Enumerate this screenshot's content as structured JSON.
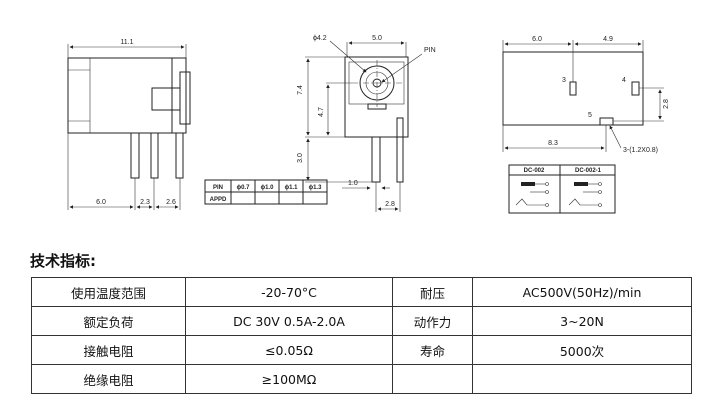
{
  "drawing": {
    "side_view": {
      "dim_top": "11.1",
      "dim_bottom": [
        "6.0",
        "2.3",
        "2.6"
      ]
    },
    "front_view": {
      "phi_label": "ϕ4.2",
      "dim_top": "5.0",
      "pin_label": "PIN",
      "dim_height": "7.4",
      "dim_center": "4.7",
      "dim_lower": "3.0",
      "dim_pin": "1.0",
      "dim_spacing": "2.8"
    },
    "pin_table": {
      "header": [
        "PIN",
        "ϕ0.7",
        "ϕ1.0",
        "ϕ1.1",
        "ϕ1.3"
      ],
      "row_label": "APPD"
    },
    "top_view": {
      "dim_left": "6.0",
      "dim_right": "4.9",
      "pins": [
        "3",
        "4",
        "5"
      ],
      "dim_height": "2.8",
      "dim_total": "8.3",
      "hole_note": "3-(1.2X0.8)"
    },
    "variants": [
      "DC-002",
      "DC-002-1"
    ]
  },
  "specs": {
    "title": "技术指标:",
    "rows": [
      [
        "使用温度范围",
        "-20-70°C",
        "耐压",
        "AC500V(50Hz)/min"
      ],
      [
        "额定负荷",
        "DC 30V 0.5A-2.0A",
        "动作力",
        "3~20N"
      ],
      [
        "接触电阻",
        "≤0.05Ω",
        "寿命",
        "5000次"
      ],
      [
        "绝缘电阻",
        "≥100MΩ",
        "",
        ""
      ]
    ]
  }
}
